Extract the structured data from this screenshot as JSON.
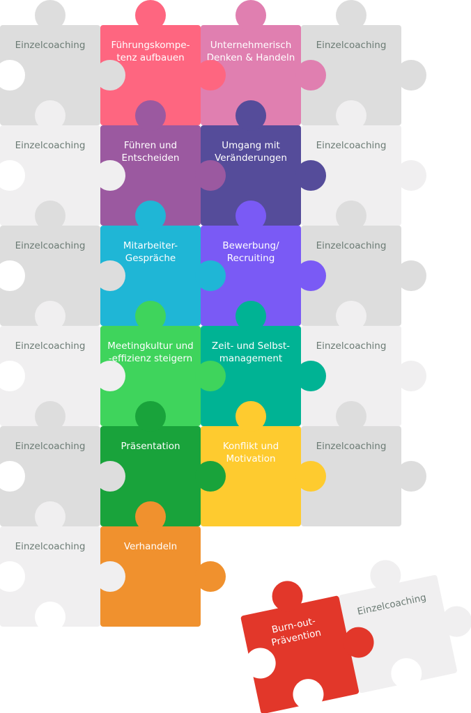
{
  "grid": [
    [
      {
        "lines": [
          "Einzelcoaching"
        ],
        "color": "#dddddd",
        "text": "gray"
      },
      {
        "lines": [
          "Führungskompe-",
          "tenz aufbauen"
        ],
        "color": "#fe6680",
        "text": "white"
      },
      {
        "lines": [
          "Unternehmerisch",
          "Denken & Handeln"
        ],
        "color": "#e07fb0",
        "text": "white"
      },
      {
        "lines": [
          "Einzelcoaching"
        ],
        "color": "#dddddd",
        "text": "gray"
      }
    ],
    [
      {
        "lines": [
          "Einzelcoaching"
        ],
        "color": "#f0eff0",
        "text": "gray"
      },
      {
        "lines": [
          "Führen und",
          "Entscheiden"
        ],
        "color": "#9b59a0",
        "text": "white"
      },
      {
        "lines": [
          "Umgang mit",
          "Veränderungen"
        ],
        "color": "#554c9a",
        "text": "white"
      },
      {
        "lines": [
          "Einzelcoaching"
        ],
        "color": "#f0eff0",
        "text": "gray"
      }
    ],
    [
      {
        "lines": [
          "Einzelcoaching"
        ],
        "color": "#dddddd",
        "text": "gray"
      },
      {
        "lines": [
          "Mitarbeiter-",
          "Gespräche"
        ],
        "color": "#1fb6d6",
        "text": "white"
      },
      {
        "lines": [
          "Bewerbung/",
          "Recruiting"
        ],
        "color": "#7a5af5",
        "text": "white"
      },
      {
        "lines": [
          "Einzelcoaching"
        ],
        "color": "#dddddd",
        "text": "gray"
      }
    ],
    [
      {
        "lines": [
          "Einzelcoaching"
        ],
        "color": "#f0eff0",
        "text": "gray"
      },
      {
        "lines": [
          "Meetingkultur und",
          "-effizienz steigern"
        ],
        "color": "#3fd45c",
        "text": "white"
      },
      {
        "lines": [
          "Zeit- und Selbst-",
          "management"
        ],
        "color": "#00b394",
        "text": "white"
      },
      {
        "lines": [
          "Einzelcoaching"
        ],
        "color": "#f0eff0",
        "text": "gray"
      }
    ],
    [
      {
        "lines": [
          "Einzelcoaching"
        ],
        "color": "#dddddd",
        "text": "gray"
      },
      {
        "lines": [
          "Präsentation"
        ],
        "color": "#19a33b",
        "text": "white"
      },
      {
        "lines": [
          "Konflikt und",
          "Motivation"
        ],
        "color": "#fecb2f",
        "text": "white"
      },
      {
        "lines": [
          "Einzelcoaching"
        ],
        "color": "#dddddd",
        "text": "gray"
      }
    ],
    [
      {
        "lines": [
          "Einzelcoaching"
        ],
        "color": "#f0eff0",
        "text": "gray"
      },
      {
        "lines": [
          "Verhandeln"
        ],
        "color": "#f0912e",
        "text": "white"
      }
    ]
  ],
  "loose": [
    {
      "lines": [
        "Burn-out-",
        "Prävention"
      ],
      "color": "#e2372a",
      "text": "white"
    },
    {
      "lines": [
        "Einzelcoaching"
      ],
      "color": "#f0eff0",
      "text": "gray"
    }
  ]
}
